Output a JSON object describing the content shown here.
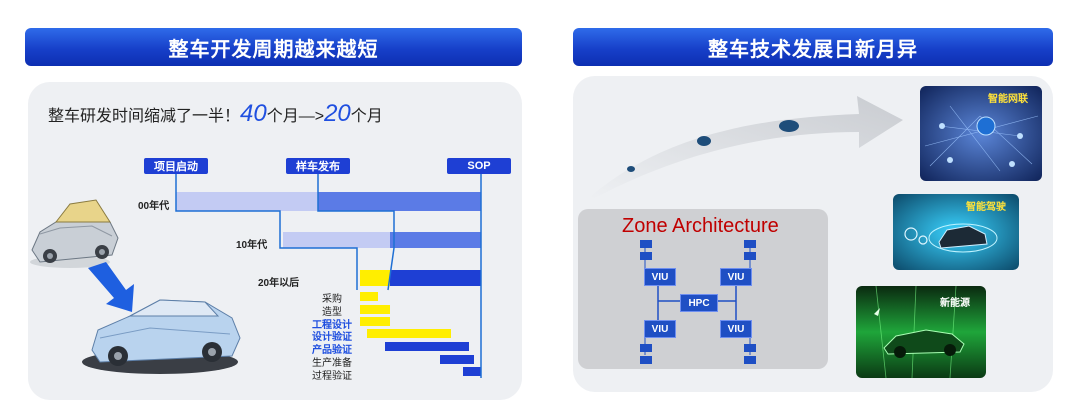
{
  "left": {
    "header": "整车开发周期越来越短",
    "headline": {
      "prefix": "整车研发时间缩减了一半！",
      "from": "40",
      "unit1": "个月—>",
      "to": "20",
      "unit2": "个月"
    },
    "milestones": [
      "项目启动",
      "样车发布",
      "SOP"
    ],
    "eras": [
      "00年代",
      "10年代",
      "20年以后"
    ],
    "phases": [
      "采购",
      "造型",
      "工程设计",
      "设计验证",
      "产品验证",
      "生产准备",
      "过程验证"
    ]
  },
  "right": {
    "header": "整车技术发展日新月异",
    "zone_title": "Zone Architecture",
    "viu_label": "VIU",
    "hpc_label": "HPC",
    "thumbs": [
      "智能网联",
      "智能驾驶",
      "新能源"
    ]
  },
  "colors": {
    "accent": "#1e3fd4",
    "light_bar": "#c3cbf3",
    "mid_bar": "#5b7be6",
    "yellow": "#ffee00",
    "zone_red": "#c00000"
  }
}
